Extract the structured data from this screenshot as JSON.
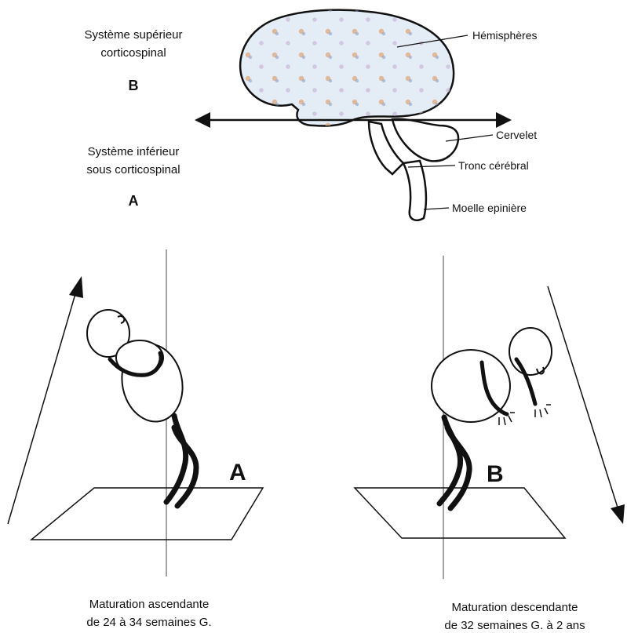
{
  "upper_system": {
    "line1": "Système supérieur",
    "line2": "corticospinal",
    "letter": "B"
  },
  "lower_system": {
    "line1": "Système inférieur",
    "line2": "sous corticospinal",
    "letter": "A"
  },
  "brain_labels": {
    "hemispheres": "Hémisphères",
    "cerebellum": "Cervelet",
    "brainstem": "Tronc cérébral",
    "spinal_cord": "Moelle epinière"
  },
  "figure_left": {
    "letter": "A",
    "caption_line1": "Maturation ascendante",
    "caption_line2": "de 24 à 34 semaines G."
  },
  "figure_right": {
    "letter": "B",
    "caption_line1": "Maturation descendante",
    "caption_line2": "de 32 semaines G. à 2 ans"
  },
  "colors": {
    "ink": "#111111",
    "brain_fill": "#e4ecf6",
    "brain_dots_warm": "#e0a878",
    "brain_dots_cool": "#8a9fc8"
  }
}
